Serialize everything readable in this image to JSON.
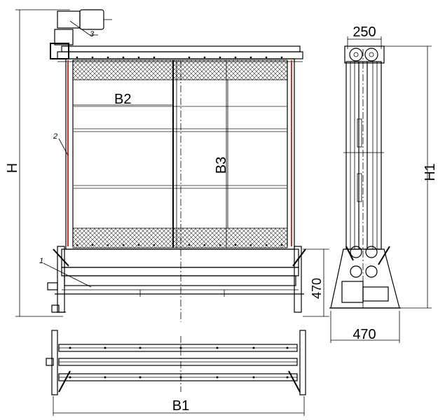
{
  "front_view": {
    "height_label": "H",
    "width_inner_label": "B2",
    "height_inner_label": "B3",
    "callouts": [
      "1",
      "2",
      "3"
    ]
  },
  "side_view": {
    "top_width_label": "250",
    "height_label": "H1",
    "base_width_label": "470",
    "base_height_label": "470"
  },
  "plan_view": {
    "width_label": "B1"
  },
  "colors": {
    "line": "#000000",
    "frame_accent": "#c0392b",
    "mesh": "#333333"
  }
}
